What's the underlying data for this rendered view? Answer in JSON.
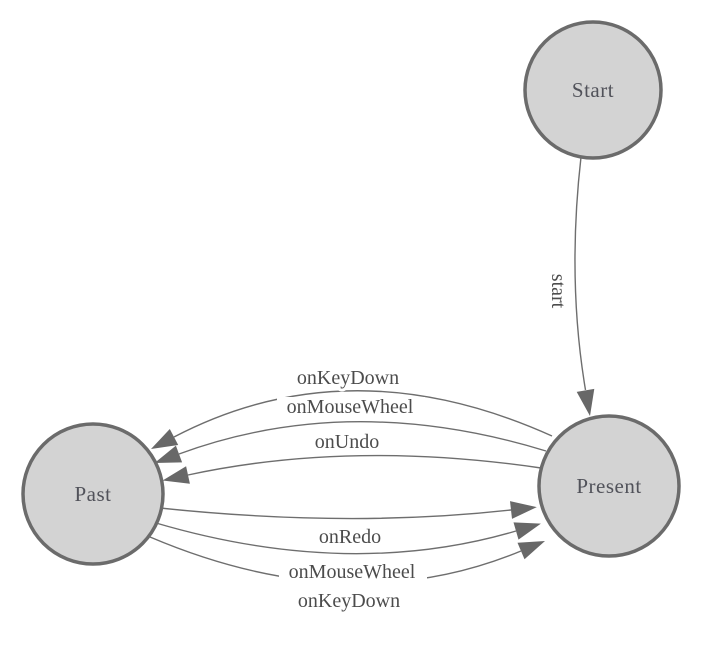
{
  "diagram": {
    "nodes": [
      {
        "id": "start",
        "label": "Start"
      },
      {
        "id": "past",
        "label": "Past"
      },
      {
        "id": "present",
        "label": "Present"
      }
    ],
    "edges": [
      {
        "id": "start-to-present",
        "label": "start",
        "from": "Start",
        "to": "Present"
      },
      {
        "id": "present-to-past-onkeydown",
        "label": "onKeyDown",
        "from": "Present",
        "to": "Past"
      },
      {
        "id": "present-to-past-onmousewheel",
        "label": "onMouseWheel",
        "from": "Present",
        "to": "Past"
      },
      {
        "id": "present-to-past-onundo",
        "label": "onUndo",
        "from": "Present",
        "to": "Past"
      },
      {
        "id": "past-to-present-onredo",
        "label": "onRedo",
        "from": "Past",
        "to": "Present"
      },
      {
        "id": "past-to-present-onmousewheel",
        "label": "onMouseWheel",
        "from": "Past",
        "to": "Present"
      },
      {
        "id": "past-to-present-onkeydown",
        "label": "onKeyDown",
        "from": "Past",
        "to": "Present"
      }
    ],
    "colors": {
      "background": "#ffffff",
      "node_fill": "#d3d3d3",
      "node_stroke": "#6b6b6b",
      "edge_stroke": "#6e6e6e",
      "arrowhead": "#686868",
      "node_label": "#51525a",
      "edge_label": "#4c4c4c"
    }
  }
}
